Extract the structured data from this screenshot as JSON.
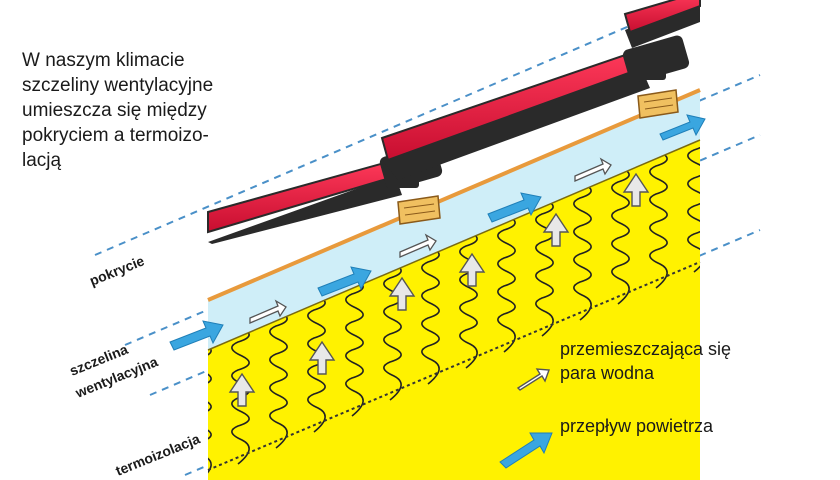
{
  "caption": {
    "lines": [
      "W naszym klimacie",
      "szczeliny wentylacyjne",
      "umieszcza się między",
      "pokryciem a termoizo-",
      "lacją"
    ]
  },
  "labels": {
    "roofing": "pokrycie",
    "gap_line1": "szczelina",
    "gap_line2": "wentylacyjna",
    "insulation": "termoizolacja"
  },
  "legend": {
    "vapor_line1": "przemieszczająca się",
    "vapor_line2": "para wodna",
    "vapor_icon": "outline-arrow-icon",
    "airflow": "przepływ powietrza",
    "airflow_icon": "blue-arrow-icon"
  },
  "colors": {
    "tile_red": "#e8143c",
    "tile_dark": "#2a2a2a",
    "insulation_yellow": "#fff200",
    "gap_blue": "#cfeef8",
    "membrane": "#e89a3c",
    "batten_wood": "#f0c060",
    "airflow_arrow": "#3aa6e0",
    "dashed_line": "#4a90c8"
  }
}
